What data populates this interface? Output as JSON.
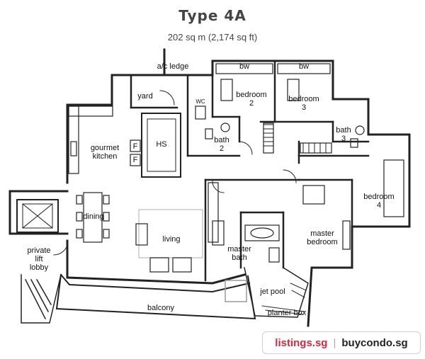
{
  "header": {
    "title": "Type 4A",
    "area": "202 sq m (2,174 sq ft)"
  },
  "rooms": {
    "ac_ledge": "a/c ledge",
    "bw_1": "bw",
    "bw_2": "bw",
    "yard": "yard",
    "wc": "WC",
    "bedroom_2": [
      "bedroom",
      "2"
    ],
    "bedroom_3": [
      "bedroom",
      "3"
    ],
    "bath_3": [
      "bath",
      "3"
    ],
    "bath_2": [
      "bath",
      "2"
    ],
    "gourmet_kitchen": [
      "gourmet",
      "kitchen"
    ],
    "hs": "HS",
    "fridge_1": "F",
    "fridge_2": "F",
    "bedroom_4": [
      "bedroom",
      "4"
    ],
    "dining": "dining",
    "living": "living",
    "master_bedroom": [
      "master",
      "bedroom"
    ],
    "master_bath": [
      "master",
      "bath"
    ],
    "private_lift_lobby": [
      "private",
      "lift",
      "lobby"
    ],
    "jet_pool": "jet pool",
    "planter_box": "planter box",
    "balcony": "balcony"
  },
  "branding": {
    "left": "listings.sg",
    "separator": "|",
    "right": "buycondo.sg"
  }
}
